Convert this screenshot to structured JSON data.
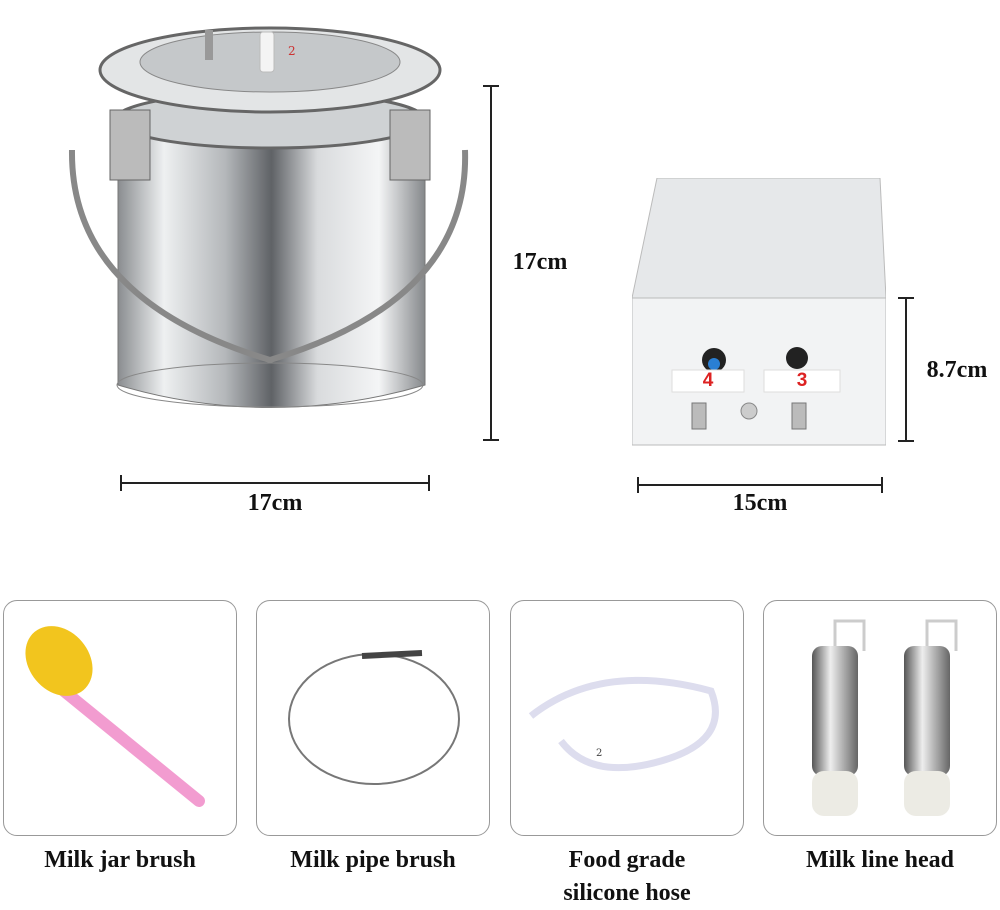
{
  "bucket": {
    "height_label": "17cm",
    "width_label": "17cm",
    "lid_mark": "2"
  },
  "pump": {
    "height_label": "8.7cm",
    "width_label": "15cm",
    "port_labels": [
      "4",
      "3"
    ]
  },
  "accessories": [
    {
      "name": "Milk jar brush"
    },
    {
      "name": "Milk pipe brush"
    },
    {
      "name": "Food grade silicone hose",
      "lines": [
        "Food grade",
        "silicone hose"
      ],
      "hose_mark": "2"
    },
    {
      "name": "Milk line head"
    }
  ]
}
